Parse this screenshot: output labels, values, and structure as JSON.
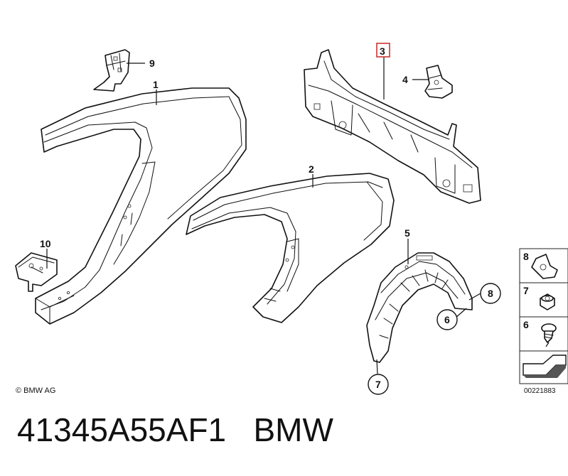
{
  "callouts": {
    "c1": "1",
    "c2": "2",
    "c3": "3",
    "c4": "4",
    "c5": "5",
    "c6": "6",
    "c7": "7",
    "c8": "8",
    "c9": "9",
    "c10": "10"
  },
  "legend": {
    "item8": "8",
    "item7": "7",
    "item6": "6"
  },
  "copyright": "© BMW AG",
  "document_number": "00221883",
  "caption": "41345A55AF1   BMW",
  "colors": {
    "highlight_box": "#cc3333",
    "line": "#111111"
  }
}
